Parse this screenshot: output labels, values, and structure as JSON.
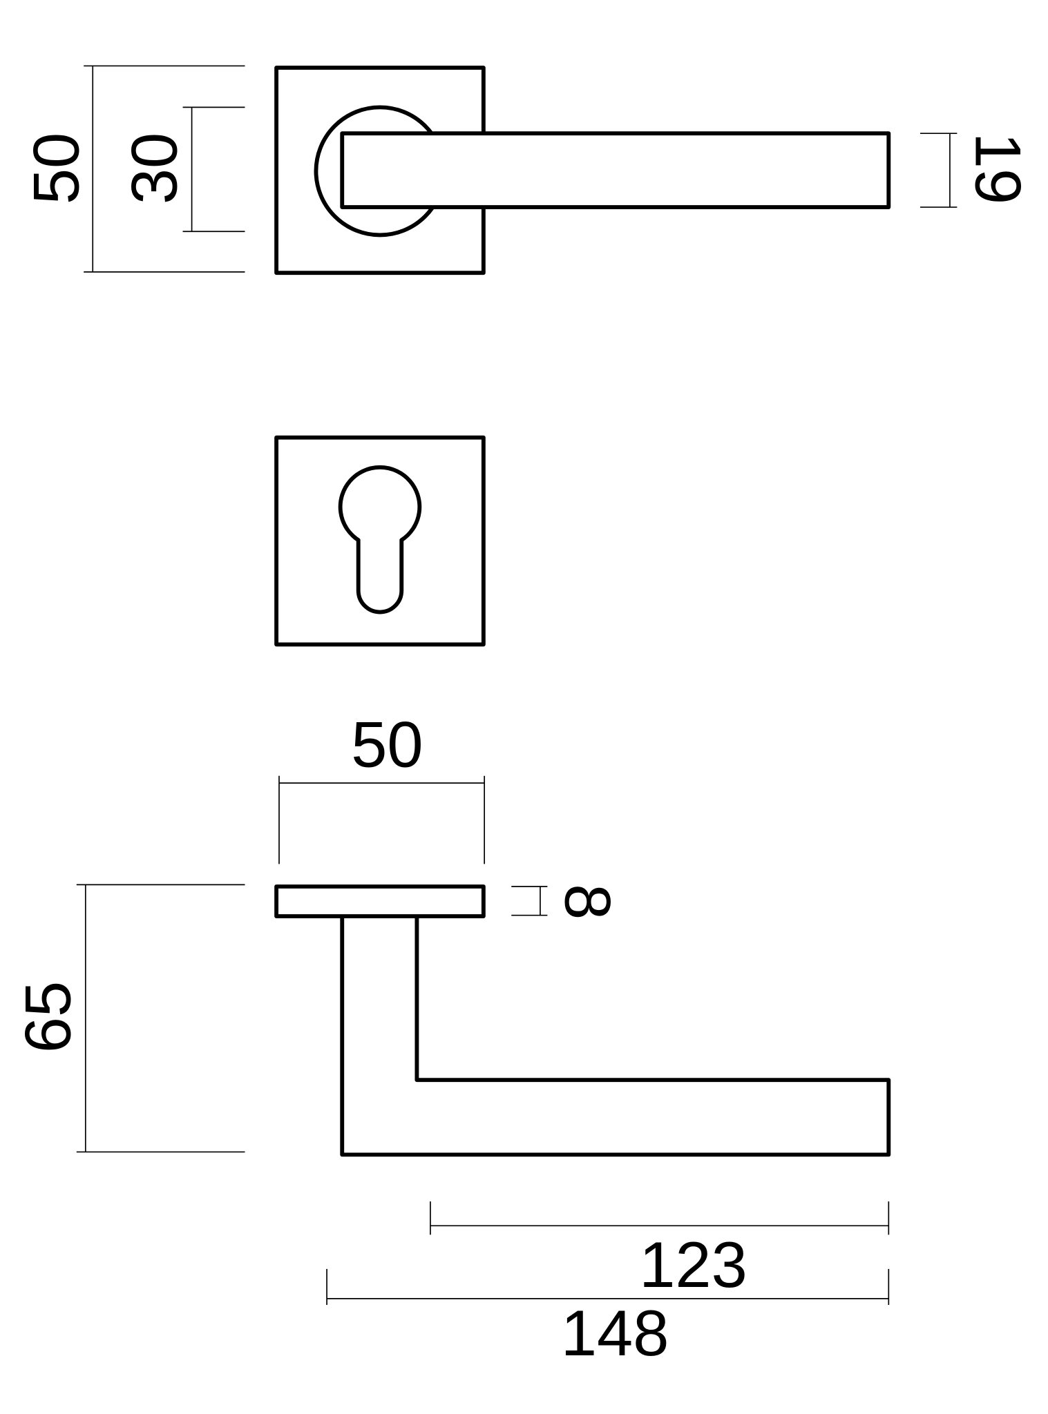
{
  "drawing": {
    "top_view": {
      "rose_height": "50",
      "rosette_diameter": "30",
      "lever_thickness": "19"
    },
    "escutcheon_view": {},
    "side_view": {
      "rose_width": "50",
      "rose_depth": "8",
      "projection": "65",
      "lever_length": "123",
      "overall_length": "148"
    }
  }
}
